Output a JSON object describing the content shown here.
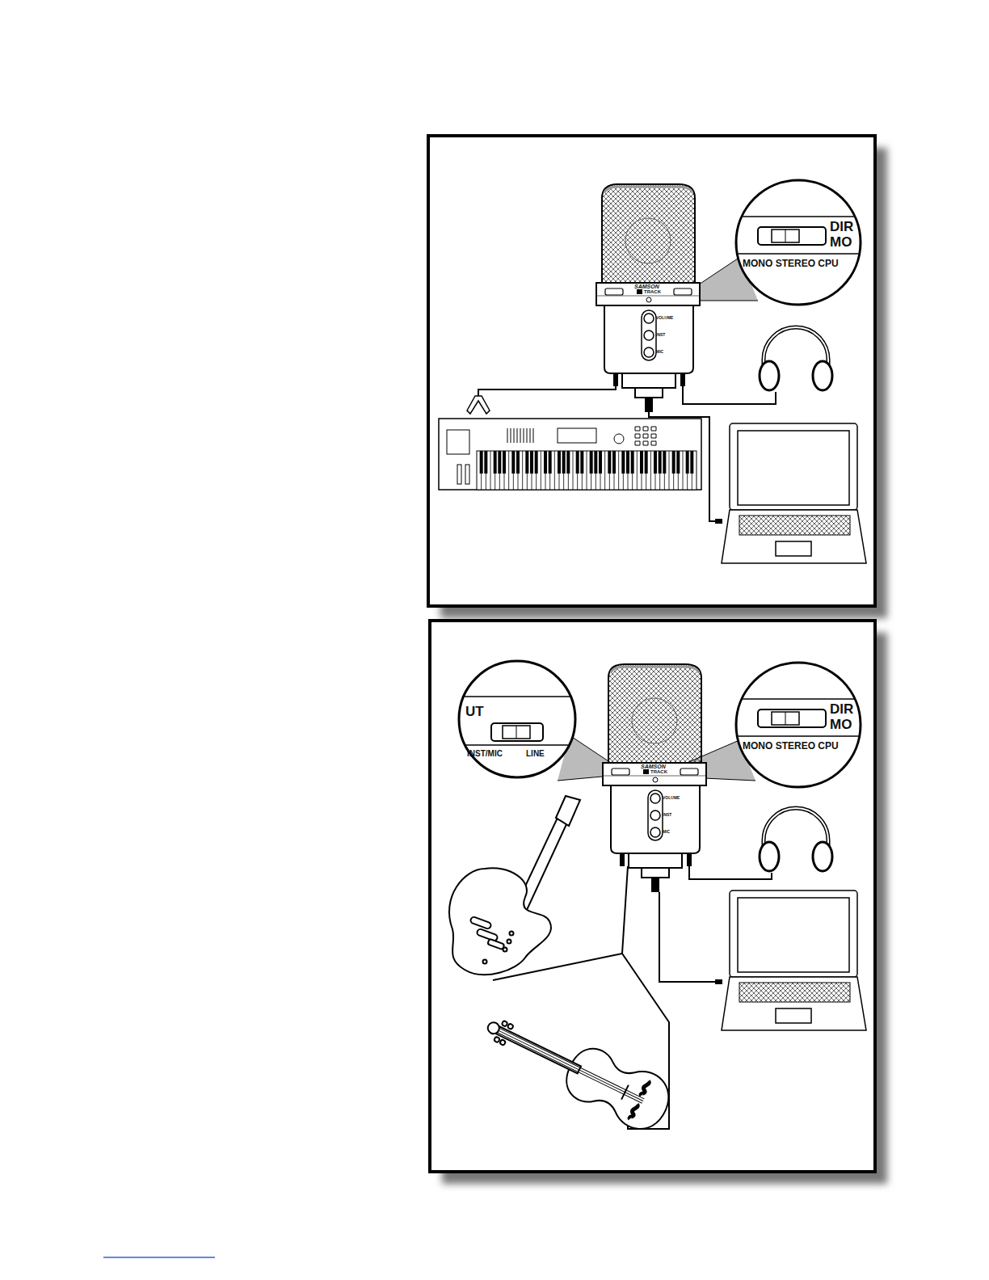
{
  "diagram": {
    "labels": [
      "DIR",
      "MO",
      "MONO STEREO CPU",
      "SAMSON",
      "TRACK",
      "VOLUME",
      "INST",
      "MIC",
      "UT",
      "INST/MIC",
      "LINE",
      "DIR",
      "MO",
      "MONO STEREO CPU",
      "SAMSON",
      "TRACK",
      "VOLUME",
      "INST",
      "MIC"
    ]
  }
}
